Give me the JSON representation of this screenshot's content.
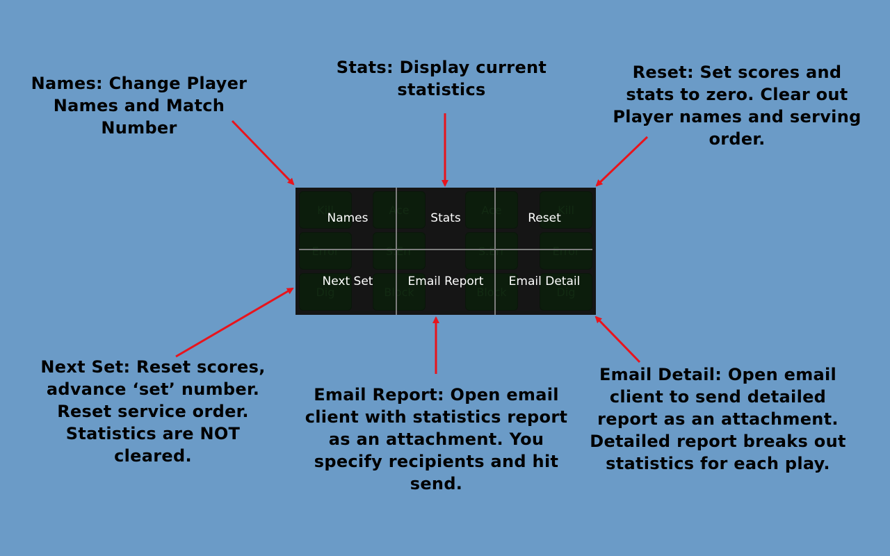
{
  "callouts": {
    "names": {
      "term": "Names:",
      "desc": "Change Player Names and Match Number"
    },
    "stats": {
      "term": "Stats:",
      "desc": "Display current statistics"
    },
    "reset": {
      "term": "Reset:",
      "desc": "Set scores and stats to zero. Clear out Player names and serving order."
    },
    "nextset": {
      "term": "Next Set:",
      "desc": "Reset scores, advance ‘set’ number. Reset service order. Statistics are NOT cleared."
    },
    "email": {
      "term": "Email Report:",
      "desc": "Open email client with statistics report as an attachment. You specify recipients and hit send."
    },
    "detail": {
      "term": "Email Detail:",
      "desc": "Open email client to send detailed report as an attachment. Detailed report breaks out statistics for each play."
    }
  },
  "menu": {
    "names": "Names",
    "stats": "Stats",
    "reset": "Reset",
    "next_set": "Next Set",
    "email_report": "Email Report",
    "email_detail": "Email Detail"
  },
  "background_buttons": {
    "kill": "Kill",
    "ace": "Ace",
    "error": "Error",
    "serr": "S.Err",
    "dig": "Dig",
    "block": "Block"
  },
  "colors": {
    "background": "#6b9bc7",
    "arrow": "#e8141c",
    "panel": "#151515"
  }
}
